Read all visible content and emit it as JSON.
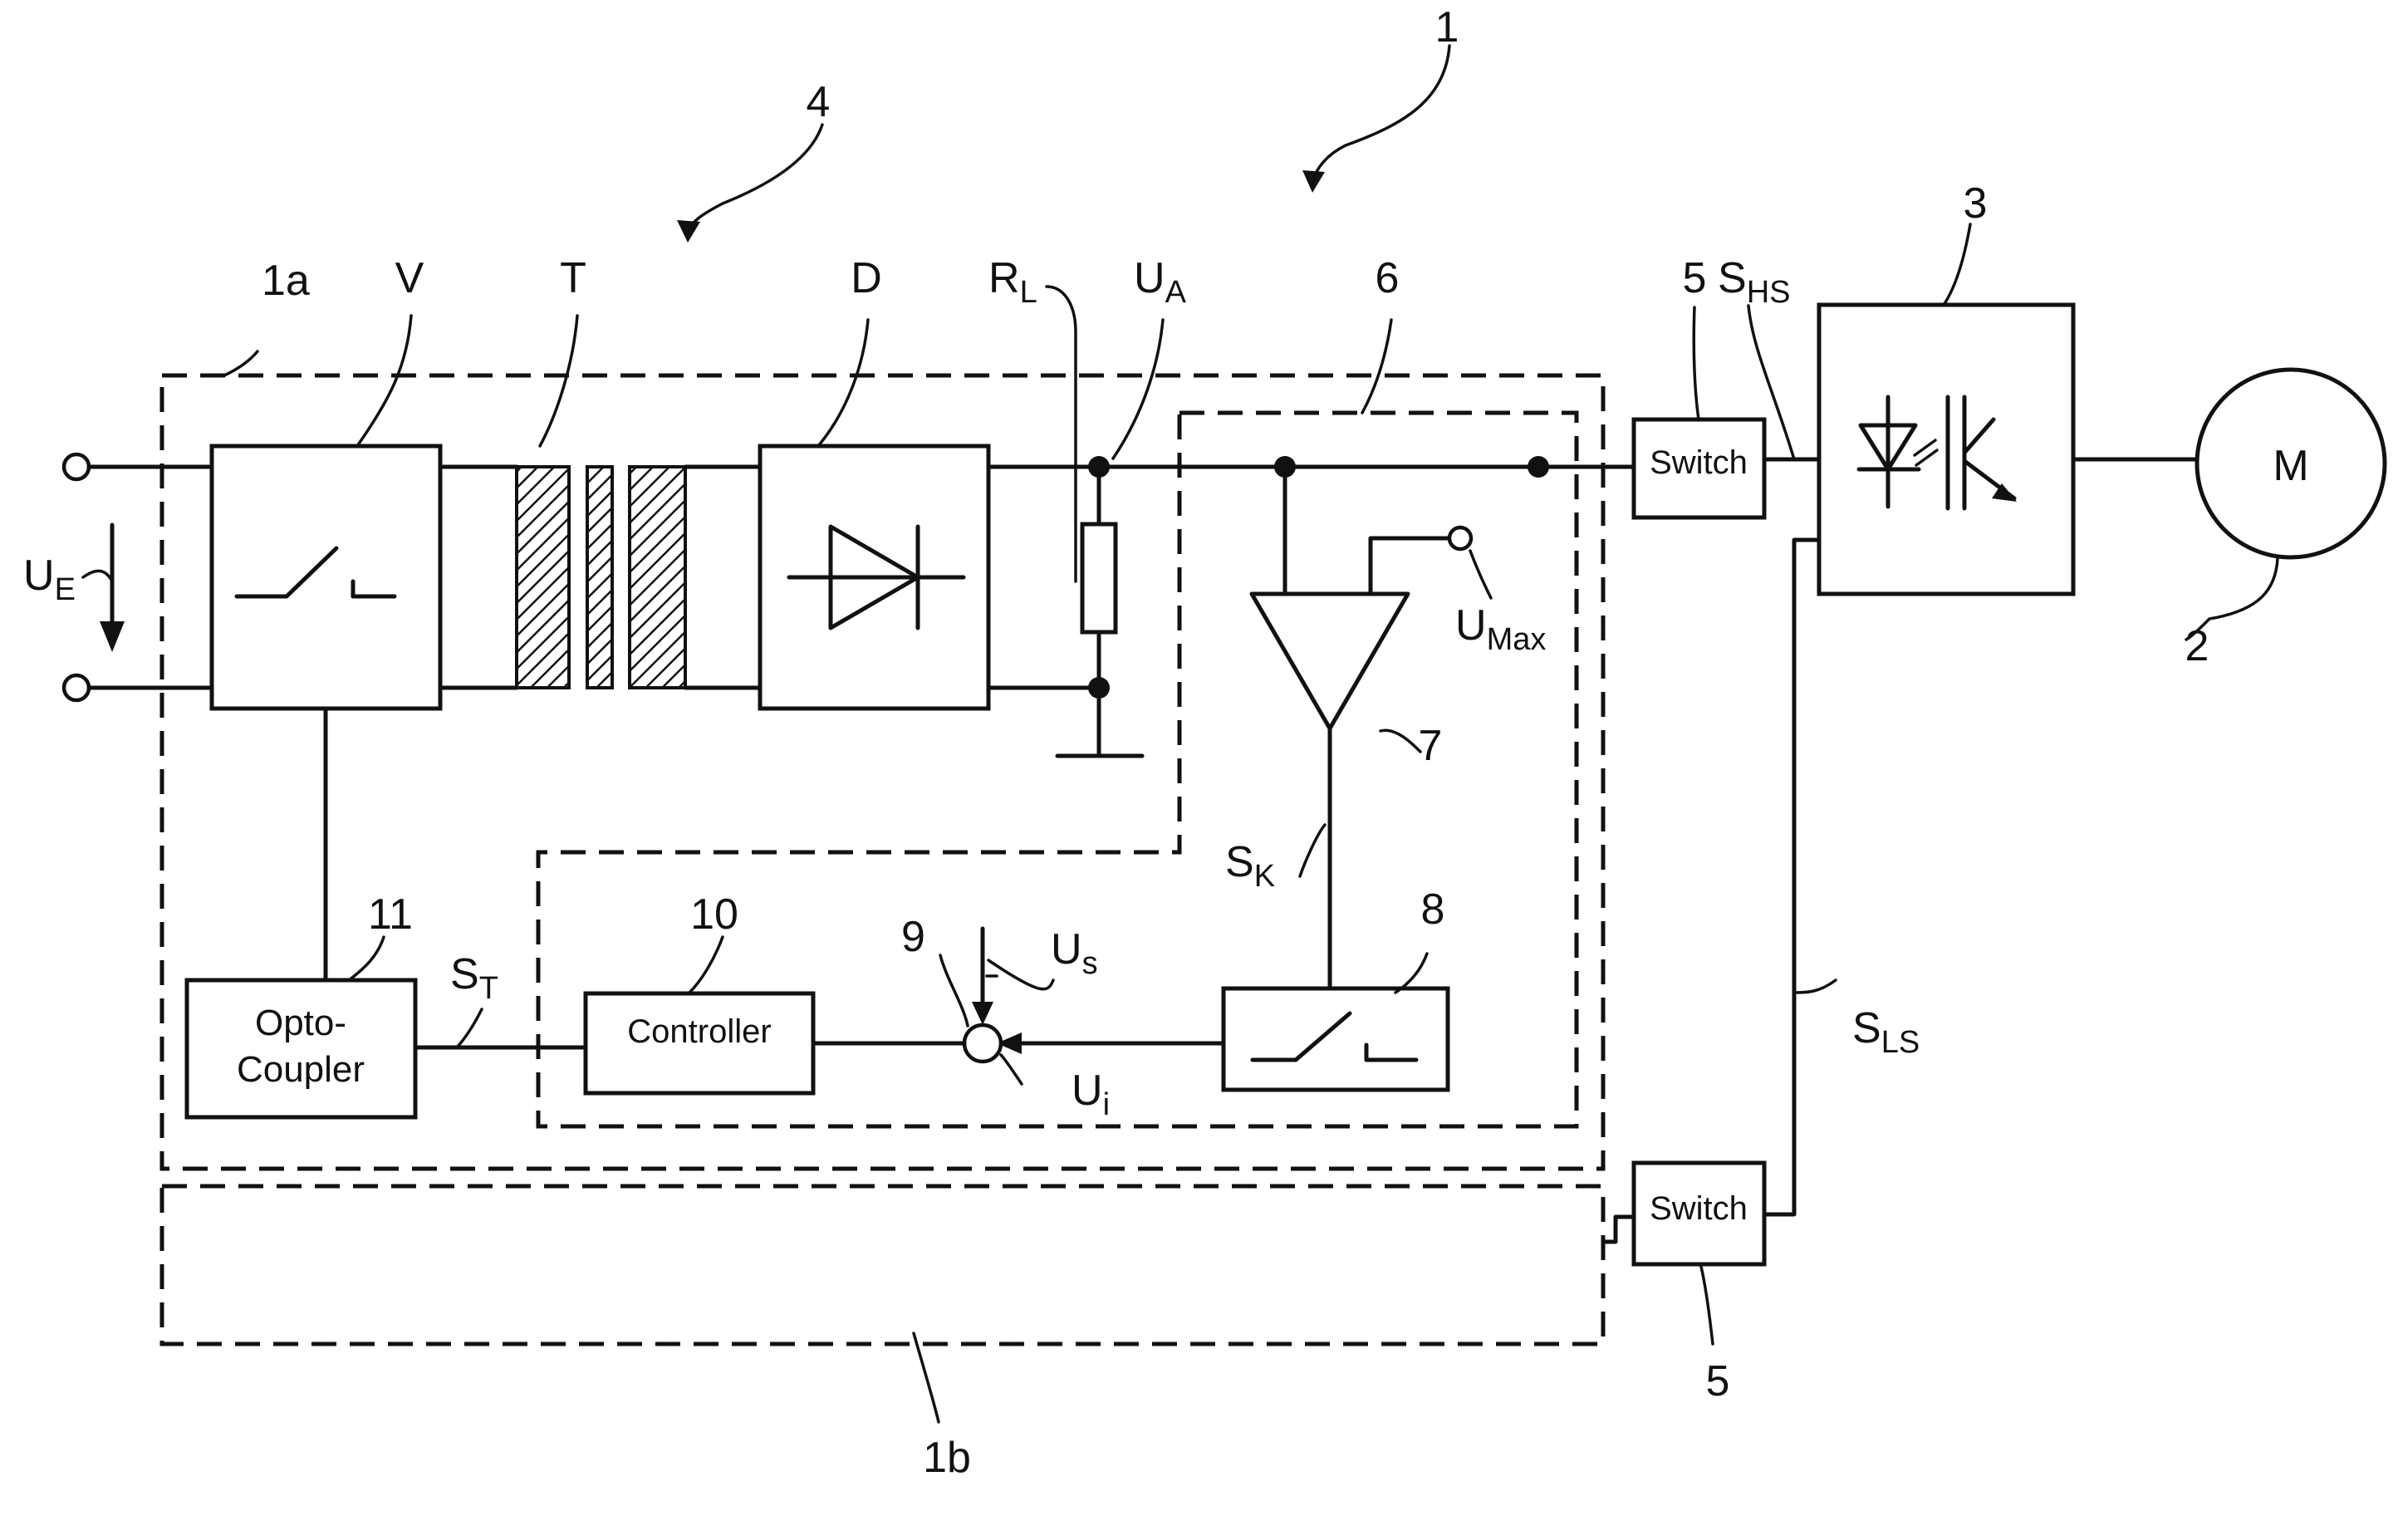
{
  "reference_numerals": {
    "circuit": "1",
    "circuit_part_a": "1a",
    "circuit_part_b": "1b",
    "motor": "2",
    "power_switch": "3",
    "supply_unit": "4",
    "switch": "5",
    "protection_circuit": "6",
    "comparator": "7",
    "latch": "8",
    "summing_point": "9",
    "controller": "10",
    "optocoupler": "11"
  },
  "component_letters": {
    "converter": "V",
    "transformer": "T",
    "diode": "D"
  },
  "signals": {
    "input_voltage": {
      "main": "U",
      "sub": "E"
    },
    "load_resistor": {
      "main": "R",
      "sub": "L"
    },
    "output_voltage": {
      "main": "U",
      "sub": "A"
    },
    "max_voltage": {
      "main": "U",
      "sub": "Max"
    },
    "comparator_signal": {
      "main": "S",
      "sub": "K"
    },
    "setpoint_voltage": {
      "main": "U",
      "sub": "s"
    },
    "actual_voltage": {
      "main": "U",
      "sub": "i"
    },
    "controller_signal": {
      "main": "S",
      "sub": "T"
    },
    "high_side_signal": {
      "main": "S",
      "sub": "HS"
    },
    "low_side_signal": {
      "main": "S",
      "sub": "LS"
    }
  },
  "block_labels": {
    "switch_top": "Switch",
    "switch_bottom": "Switch",
    "controller": "Controller",
    "optocoupler_line1": "Opto-",
    "optocoupler_line2": "Coupler",
    "motor": "M"
  }
}
